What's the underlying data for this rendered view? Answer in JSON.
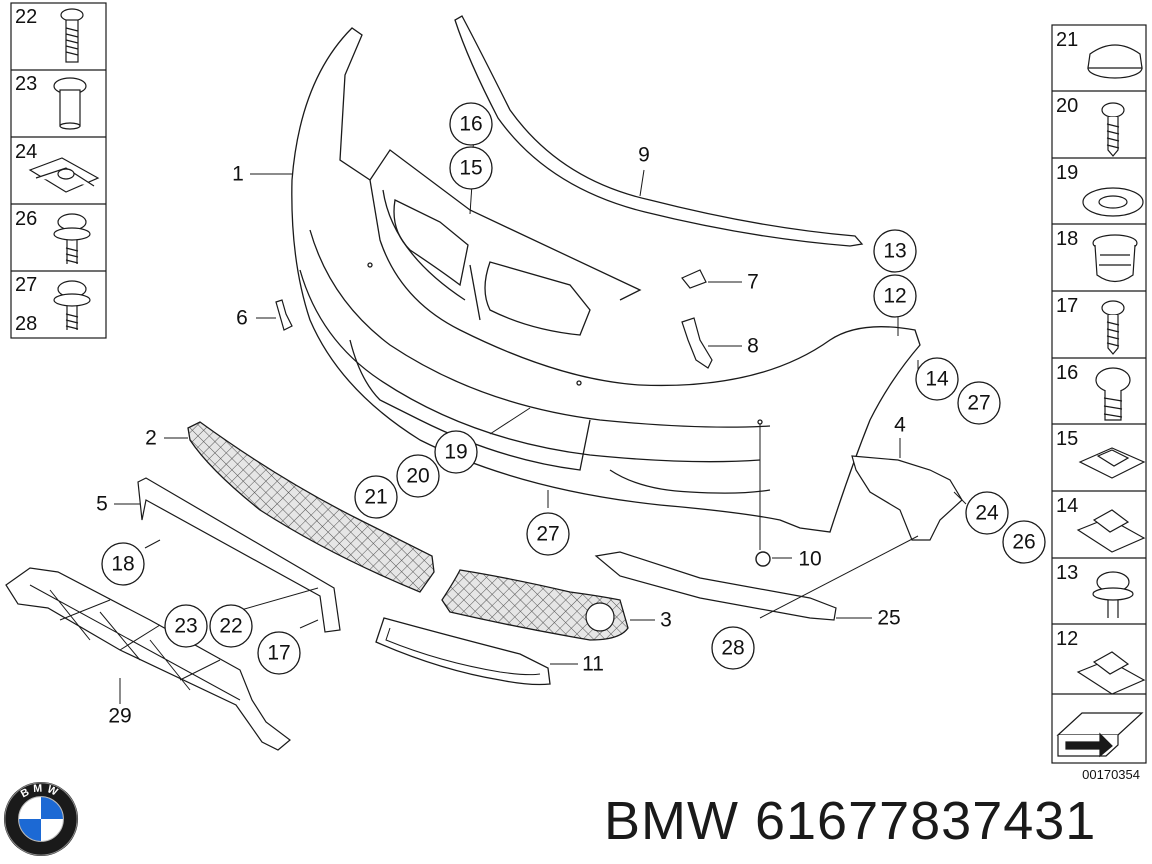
{
  "left_column": [
    "22",
    "23",
    "24",
    "26",
    "27",
    "28"
  ],
  "right_column": [
    "21",
    "20",
    "19",
    "18",
    "17",
    "16",
    "15",
    "14",
    "13",
    "12"
  ],
  "callouts": {
    "c1": "1",
    "c2": "2",
    "c3": "3",
    "c4": "4",
    "c5": "5",
    "c6": "6",
    "c7": "7",
    "c8": "8",
    "c9": "9",
    "c10": "10",
    "c11": "11",
    "c12": "12",
    "c13": "13",
    "c14": "14",
    "c15": "15",
    "c16": "16",
    "c17": "17",
    "c18": "18",
    "c19": "19",
    "c20": "20",
    "c21": "21",
    "c22": "22",
    "c23": "23",
    "c24": "24",
    "c25": "25",
    "c26": "26",
    "c27a": "27",
    "c27b": "27",
    "c28": "28",
    "c29": "29"
  },
  "diagram_number": "00170354",
  "brand": {
    "logo_text": "BMW",
    "caption": "BMW 61677837431"
  },
  "colors": {
    "line": "#1a1a1a",
    "grid_fill": "#d9d9d9",
    "logo_blue": "#1c69d4"
  }
}
